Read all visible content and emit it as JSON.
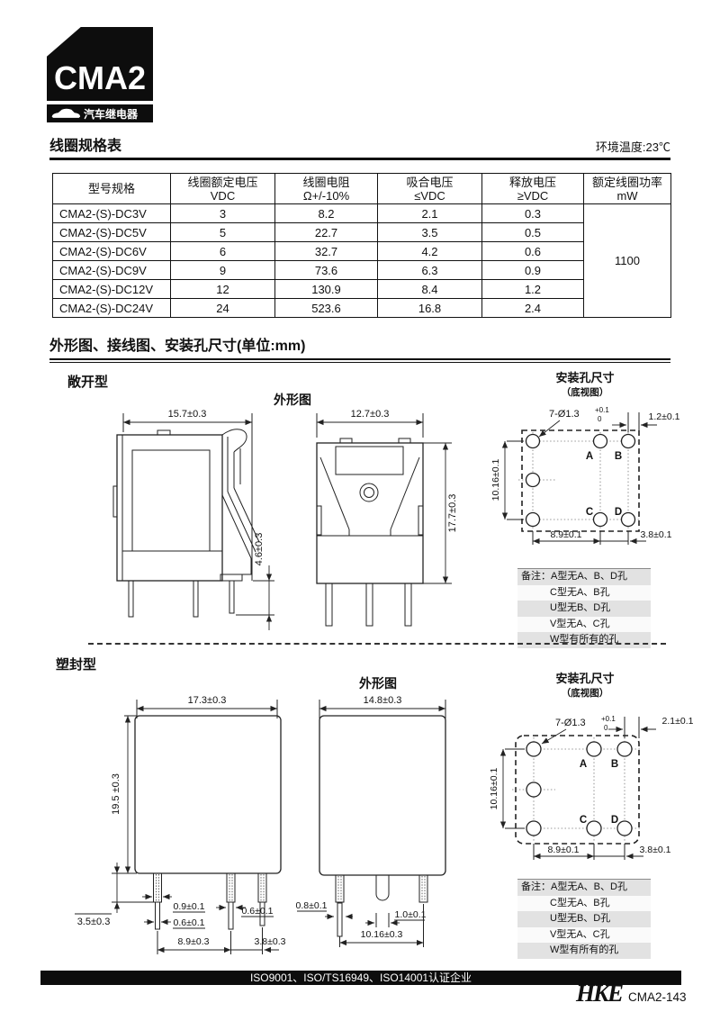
{
  "header": {
    "model": "CMA2",
    "tagline": "汽车继电器",
    "section1_title": "线圈规格表",
    "ambient": "环境温度:23℃",
    "section2_title": "外形图、接线图、安装孔尺寸(单位:mm)"
  },
  "coil_table": {
    "headers": [
      {
        "line1": "型号规格",
        "line2": ""
      },
      {
        "line1": "线圈额定电压",
        "line2": "VDC"
      },
      {
        "line1": "线圈电阻",
        "line2": "Ω+/-10%"
      },
      {
        "line1": "吸合电压",
        "line2": "≤VDC"
      },
      {
        "line1": "释放电压",
        "line2": "≥VDC"
      },
      {
        "line1": "额定线圈功率",
        "line2": "mW"
      }
    ],
    "rows": [
      [
        "CMA2-(S)-DC3V",
        "3",
        "8.2",
        "2.1",
        "0.3"
      ],
      [
        "CMA2-(S)-DC5V",
        "5",
        "22.7",
        "3.5",
        "0.5"
      ],
      [
        "CMA2-(S)-DC6V",
        "6",
        "32.7",
        "4.2",
        "0.6"
      ],
      [
        "CMA2-(S)-DC9V",
        "9",
        "73.6",
        "6.3",
        "0.9"
      ],
      [
        "CMA2-(S)-DC12V",
        "12",
        "130.9",
        "8.4",
        "1.2"
      ],
      [
        "CMA2-(S)-DC24V",
        "24",
        "523.6",
        "16.8",
        "2.4"
      ]
    ],
    "rated_power": "1100"
  },
  "open_type": {
    "label": "敞开型",
    "outline_label": "外形图",
    "side": {
      "width": "15.7±0.3",
      "pin_len": "4.6±0.3"
    },
    "front": {
      "width": "12.7±0.3",
      "height": "17.7±0.3"
    },
    "mount": {
      "title": "安装孔尺寸",
      "subtitle": "（底视图）",
      "hole_spec": "7-Ø1.3",
      "hole_tol_sup": "+0.1",
      "hole_tol_sub": "0",
      "dim_right": "1.2±0.1",
      "dim_left": "10.16±0.1",
      "dim_span1": "8.9±0.1",
      "dim_span2": "3.8±0.1",
      "hole_a": "A",
      "hole_b": "B",
      "hole_c": "C",
      "hole_d": "D"
    },
    "notes_prefix": "备注：",
    "notes": [
      "A型无A、B、D孔",
      "C型无A、B孔",
      "U型无B、D孔",
      "V型无A、C孔",
      "W型有所有的孔"
    ]
  },
  "sealed_type": {
    "label": "塑封型",
    "outline_label": "外形图",
    "side": {
      "width": "17.3±0.3",
      "height": "19.5 ±0.3",
      "pin_len": "3.5±0.3",
      "pin_w1": "0.9±0.1",
      "pin_w2": "0.6±0.1",
      "pin_w3": "0.6±0.1",
      "span1": "8.9±0.3",
      "span2": "3.8±0.3"
    },
    "front": {
      "width": "14.8±0.3",
      "pin_w1": "0.8±0.1",
      "pin_w2": "1.0±0.1",
      "span": "10.16±0.3"
    },
    "mount": {
      "title": "安装孔尺寸",
      "subtitle": "（底视图）",
      "hole_spec": "7-Ø1.3",
      "hole_tol_sup": "+0.1",
      "hole_tol_sub": "0",
      "dim_right": "2.1±0.1",
      "dim_left": "10.16±0.1",
      "dim_span1": "8.9±0.1",
      "dim_span2": "3.8±0.1",
      "hole_a": "A",
      "hole_b": "B",
      "hole_c": "C",
      "hole_d": "D"
    },
    "notes_prefix": "备注：",
    "notes": [
      "A型无A、B、D孔",
      "C型无A、B孔",
      "U型无B、D孔",
      "V型无A、C孔",
      "W型有所有的孔"
    ]
  },
  "footer": {
    "iso": "ISO9001、ISO/TS16949、ISO14001认证企业",
    "logo": "HKE",
    "page_code": "CMA2-143"
  }
}
